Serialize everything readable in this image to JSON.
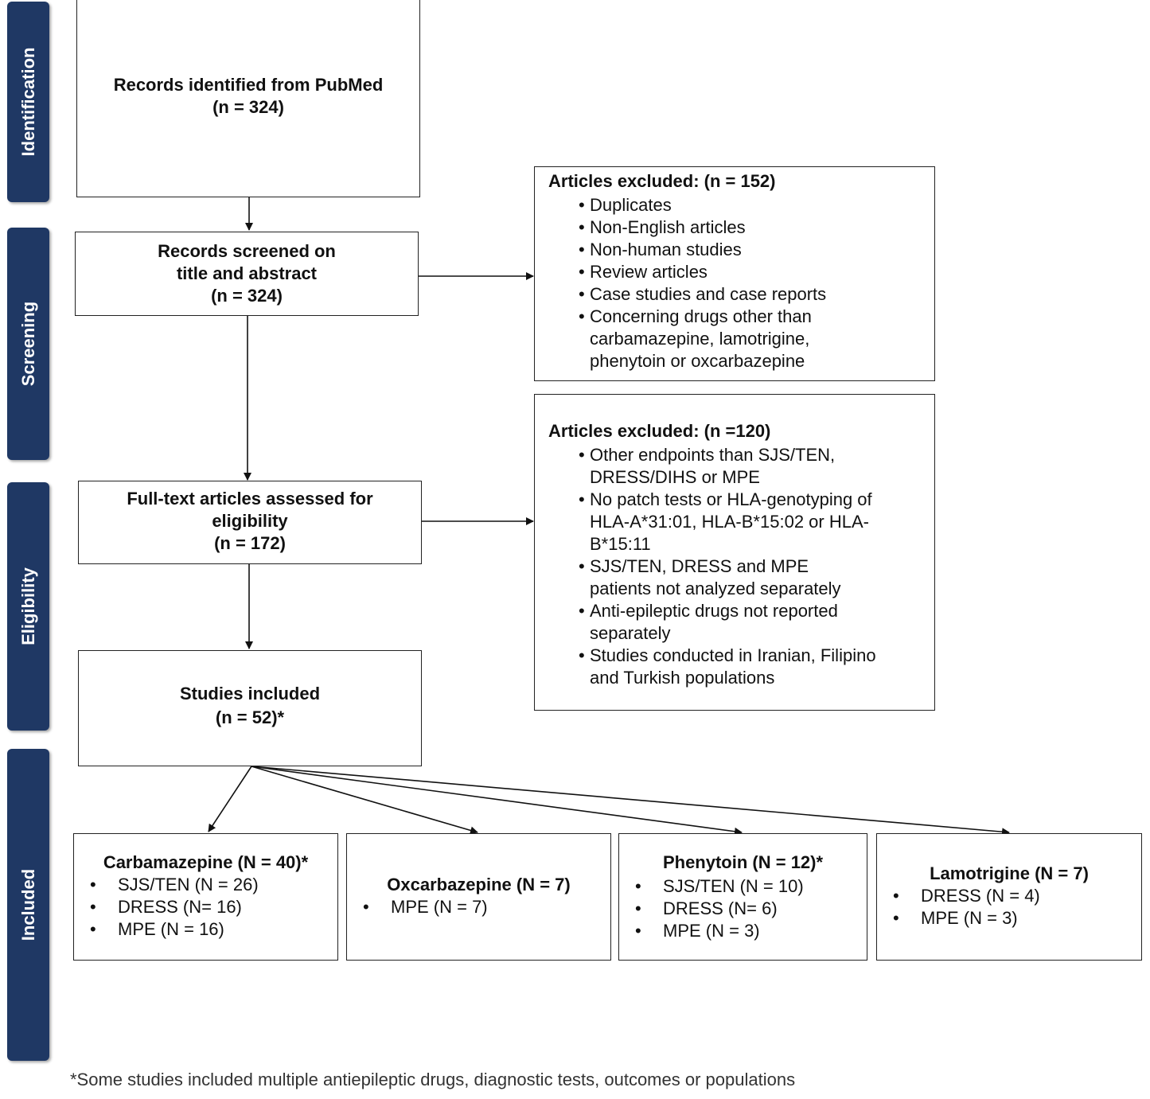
{
  "phases": {
    "identification": "Identification",
    "screening": "Screening",
    "eligibility": "Eligibility",
    "included": "Included"
  },
  "identified": {
    "line1": "Records identified  from PubMed",
    "line2": "(n = 324)"
  },
  "screened": {
    "line1": "Records screened on",
    "line2": "title and abstract",
    "line3": "(n = 324)"
  },
  "fulltext": {
    "line1": "Full-text  articles assessed for",
    "line2": "eligibility",
    "line3": "(n = 172)"
  },
  "studies_included": {
    "line1": "Studies included",
    "line2": "(n = 52)*"
  },
  "excluded_screening": {
    "title": "Articles excluded:  (n = 152)",
    "items": [
      [
        "Duplicates"
      ],
      [
        "Non-English articles"
      ],
      [
        "Non-human studies"
      ],
      [
        "Review articles"
      ],
      [
        "Case studies and case reports"
      ],
      [
        "Concerning drugs other than",
        "carbamazepine, lamotrigine,",
        "phenytoin or oxcarbazepine"
      ]
    ]
  },
  "excluded_eligibility": {
    "title": "Articles excluded:  (n =120)",
    "items": [
      [
        "Other  endpoints than SJS/TEN,",
        "DRESS/DIHS or MPE"
      ],
      [
        "No patch tests or HLA-genotyping of",
        "HLA-A*31:01,  HLA-B*15:02 or HLA-",
        "B*15:11"
      ],
      [
        "SJS/TEN,  DRESS and MPE",
        "patients not analyzed separately"
      ],
      [
        "Anti-epileptic drugs not reported",
        "separately"
      ],
      [
        "Studies conducted in Iranian, Filipino",
        "and Turkish populations"
      ]
    ]
  },
  "drugs": {
    "carbamazepine": {
      "title": "Carbamazepine (N = 40)*",
      "items": [
        "SJS/TEN (N = 26)",
        "DRESS (N= 16)",
        "MPE (N = 16)"
      ]
    },
    "oxcarbazepine": {
      "title": "Oxcarbazepine (N = 7)",
      "items": [
        "MPE (N = 7)"
      ]
    },
    "phenytoin": {
      "title": "Phenytoin  (N = 12)*",
      "items": [
        "SJS/TEN (N = 10)",
        "DRESS (N= 6)",
        "MPE (N = 3)"
      ]
    },
    "lamotrigine": {
      "title": "Lamotrigine (N = 7)",
      "items": [
        "DRESS (N = 4)",
        "MPE (N = 3)"
      ]
    }
  },
  "footnote": "*Some studies included multiple antiepileptic drugs, diagnostic tests, outcomes or populations"
}
